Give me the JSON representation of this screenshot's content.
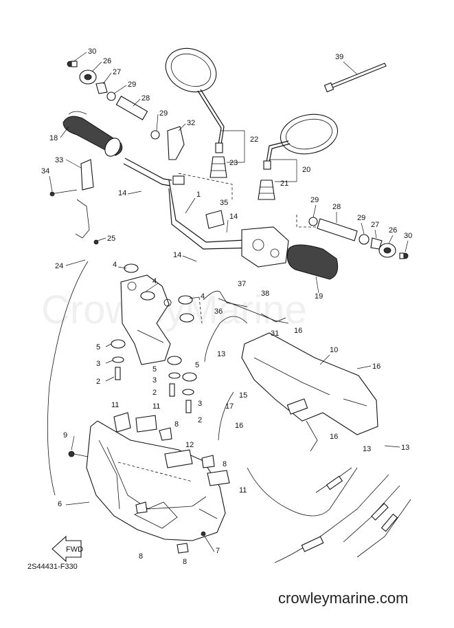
{
  "diagram": {
    "reference_code": "2S44431-F330",
    "site_url": "crowleymarine.com",
    "watermark": "CrowleyMarine",
    "fwd_label": "FWD",
    "callouts": [
      {
        "id": "c30a",
        "label": "30"
      },
      {
        "id": "c26a",
        "label": "26"
      },
      {
        "id": "c27a",
        "label": "27"
      },
      {
        "id": "c29a",
        "label": "29"
      },
      {
        "id": "c28a",
        "label": "28"
      },
      {
        "id": "c29b",
        "label": "29"
      },
      {
        "id": "c18",
        "label": "18"
      },
      {
        "id": "c32",
        "label": "32"
      },
      {
        "id": "c33",
        "label": "33"
      },
      {
        "id": "c34",
        "label": "34"
      },
      {
        "id": "c22",
        "label": "22"
      },
      {
        "id": "c23",
        "label": "23"
      },
      {
        "id": "c20",
        "label": "20"
      },
      {
        "id": "c21",
        "label": "21"
      },
      {
        "id": "c39",
        "label": "39"
      },
      {
        "id": "c14a",
        "label": "14"
      },
      {
        "id": "c1",
        "label": "1"
      },
      {
        "id": "c35",
        "label": "35"
      },
      {
        "id": "c14b",
        "label": "14"
      },
      {
        "id": "c29c",
        "label": "29"
      },
      {
        "id": "c28b",
        "label": "28"
      },
      {
        "id": "c29d",
        "label": "29"
      },
      {
        "id": "c27b",
        "label": "27"
      },
      {
        "id": "c26b",
        "label": "26"
      },
      {
        "id": "c30b",
        "label": "30"
      },
      {
        "id": "c25",
        "label": "25"
      },
      {
        "id": "c24",
        "label": "24"
      },
      {
        "id": "c14c",
        "label": "14"
      },
      {
        "id": "c4a",
        "label": "4"
      },
      {
        "id": "c4b",
        "label": "4"
      },
      {
        "id": "c4c",
        "label": "4"
      },
      {
        "id": "c37",
        "label": "37"
      },
      {
        "id": "c38",
        "label": "38"
      },
      {
        "id": "c36",
        "label": "36"
      },
      {
        "id": "c19",
        "label": "19"
      },
      {
        "id": "c31",
        "label": "31"
      },
      {
        "id": "c16a",
        "label": "16"
      },
      {
        "id": "c10",
        "label": "10"
      },
      {
        "id": "c16b",
        "label": "16"
      },
      {
        "id": "c5a",
        "label": "5"
      },
      {
        "id": "c3a",
        "label": "3"
      },
      {
        "id": "c2a",
        "label": "2"
      },
      {
        "id": "c5b",
        "label": "5"
      },
      {
        "id": "c3b",
        "label": "3"
      },
      {
        "id": "c5c",
        "label": "5"
      },
      {
        "id": "c2b",
        "label": "2"
      },
      {
        "id": "c3c",
        "label": "3"
      },
      {
        "id": "c2c",
        "label": "2"
      },
      {
        "id": "c13a",
        "label": "13"
      },
      {
        "id": "c15",
        "label": "15"
      },
      {
        "id": "c17",
        "label": "17"
      },
      {
        "id": "c16c",
        "label": "16"
      },
      {
        "id": "c16d",
        "label": "16"
      },
      {
        "id": "c13b",
        "label": "13"
      },
      {
        "id": "c13c",
        "label": "13"
      },
      {
        "id": "c11a",
        "label": "11"
      },
      {
        "id": "c11b",
        "label": "11"
      },
      {
        "id": "c8a",
        "label": "8"
      },
      {
        "id": "c9",
        "label": "9"
      },
      {
        "id": "c12",
        "label": "12"
      },
      {
        "id": "c8b",
        "label": "8"
      },
      {
        "id": "c11c",
        "label": "11"
      },
      {
        "id": "c6",
        "label": "6"
      },
      {
        "id": "c8c",
        "label": "8"
      },
      {
        "id": "c7",
        "label": "7"
      },
      {
        "id": "c8d",
        "label": "8"
      }
    ]
  }
}
